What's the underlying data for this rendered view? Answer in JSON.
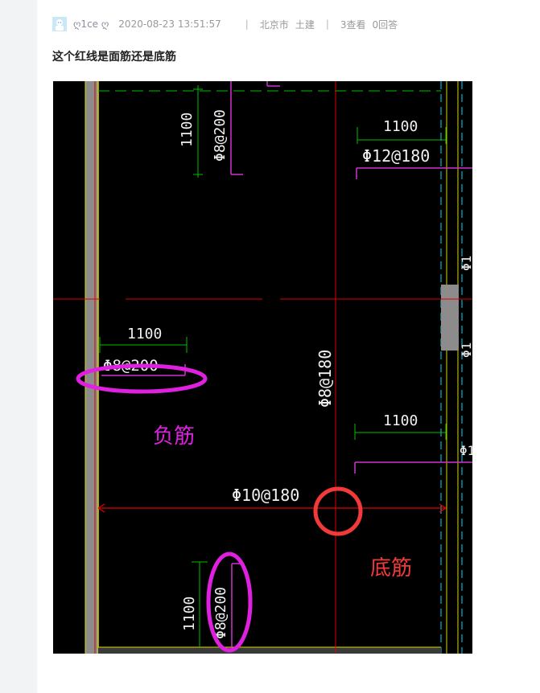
{
  "post": {
    "username": "ღ1ce ღ",
    "timestamp": "2020-08-23 13:51:57",
    "separator": "|",
    "location": "北京市",
    "category": "土建",
    "views": "3查看",
    "answers": "0回答",
    "title": "这个红线是面筋还是底筋"
  },
  "drawing": {
    "labels": {
      "dim_top_left": "1100",
      "rebar_top_left": "Φ8@200",
      "dim_top_right": "1100",
      "rebar_top_right": "Φ12@180",
      "dim_mid_left": "1100",
      "rebar_mid_left": "Φ8@200",
      "rebar_center_vertical": "Φ8@180",
      "dim_mid_right": "1100",
      "rebar_bottom_horizontal": "Φ10@180",
      "dim_bottom_left": "1100",
      "rebar_bottom_left": "Φ8@200",
      "right_edge_partial_1": "Φ1",
      "right_edge_partial_2": "Φ1",
      "right_edge_partial_3": "Φ1"
    },
    "annotations": {
      "negative_rebar": "负筋",
      "bottom_rebar": "底筋"
    },
    "colors": {
      "background": "#000000",
      "annotation_magenta": "#e020e0",
      "annotation_red": "#f23a3a",
      "cad_red": "#e00000",
      "cad_green": "#00c000",
      "cad_yellow": "#d8d800",
      "cad_cyan": "#00d8ff",
      "cad_white": "#f0f0f0",
      "cad_magenta": "#d030d0"
    }
  }
}
